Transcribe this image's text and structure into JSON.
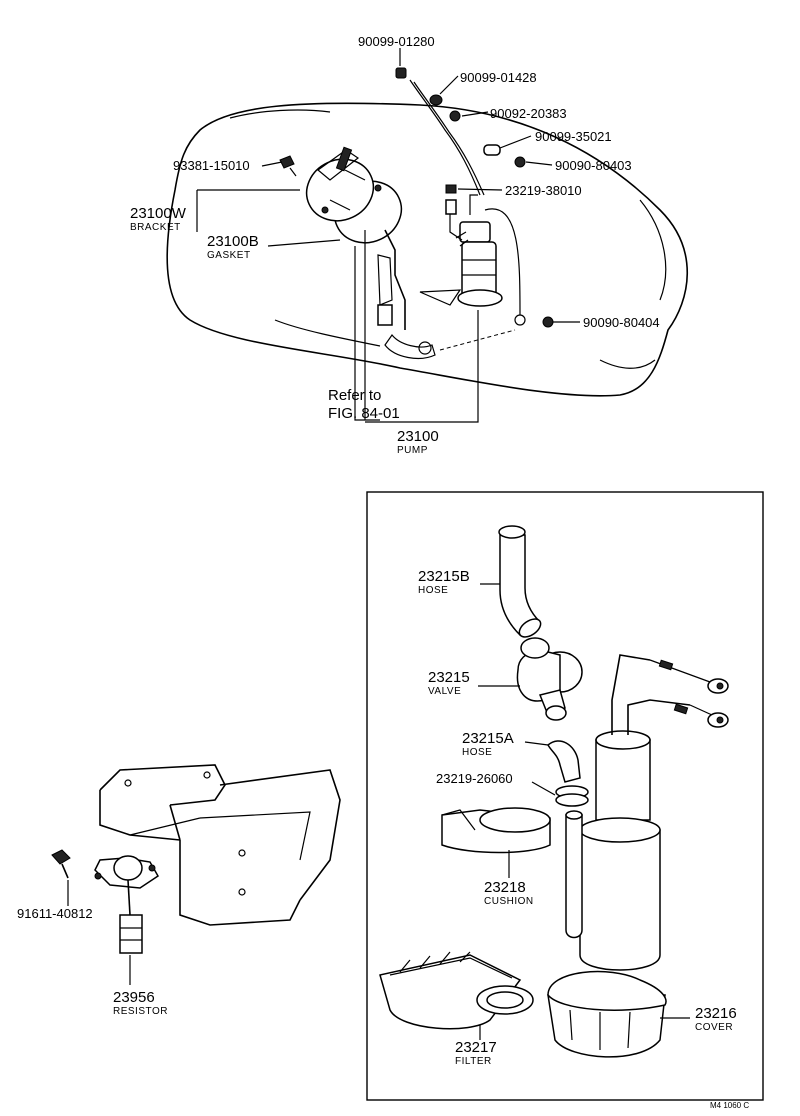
{
  "parts": {
    "p90099_01280": "90099-01280",
    "p90099_01428": "90099-01428",
    "p90092_20383": "90092-20383",
    "p90099_35021": "90099-35021",
    "p93381_15010": "93381-15010",
    "p90090_80403": "90090-80403",
    "p23219_38010": "23219-38010",
    "p23100W": "23100W",
    "p23100W_name": "BRACKET",
    "p23100B": "23100B",
    "p23100B_name": "GASKET",
    "p90090_80404": "90090-80404",
    "refer_line1": "Refer to",
    "refer_line2": "FIG. 84-01",
    "p23100": "23100",
    "p23100_name": "PUMP",
    "p23215B": "23215B",
    "p23215B_name": "HOSE",
    "p23215": "23215",
    "p23215_name": "VALVE",
    "p23215A": "23215A",
    "p23215A_name": "HOSE",
    "p23219_26060": "23219-26060",
    "p23218": "23218",
    "p23218_name": "CUSHION",
    "p91611_40812": "91611-40812",
    "p23956": "23956",
    "p23956_name": "RESISTOR",
    "p23217": "23217",
    "p23217_name": "FILTER",
    "p23216": "23216",
    "p23216_name": "COVER"
  },
  "footer_code": "M4 1060 C"
}
